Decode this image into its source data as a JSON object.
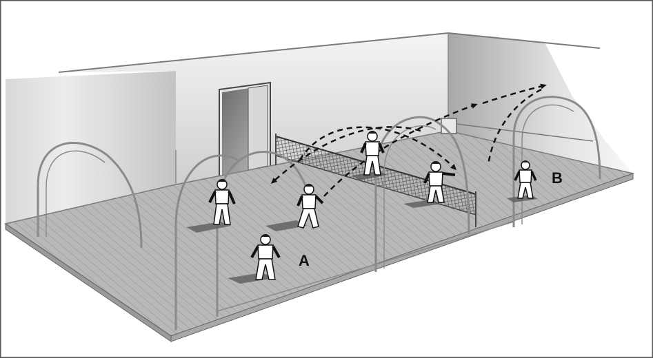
{
  "labels": {
    "zone_a": "A",
    "zone_b": "B"
  },
  "colors": {
    "wall_light": "#f2f2f2",
    "wall_dark": "#9a9a9a",
    "floor": "#b4b4b4",
    "floor_hatch": "#8c8c8c",
    "outline": "#7a7a7a",
    "frame_border": "#555555",
    "trajectory": "#111111",
    "player_body": "#ffffff",
    "player_hair": "#1a1a1a",
    "shadow": "#5c5c5c"
  },
  "icons": {
    "players": "person-figure",
    "net": "net-mesh",
    "arches": "arch-frame",
    "trajectories": "dashed-arrow-path"
  }
}
